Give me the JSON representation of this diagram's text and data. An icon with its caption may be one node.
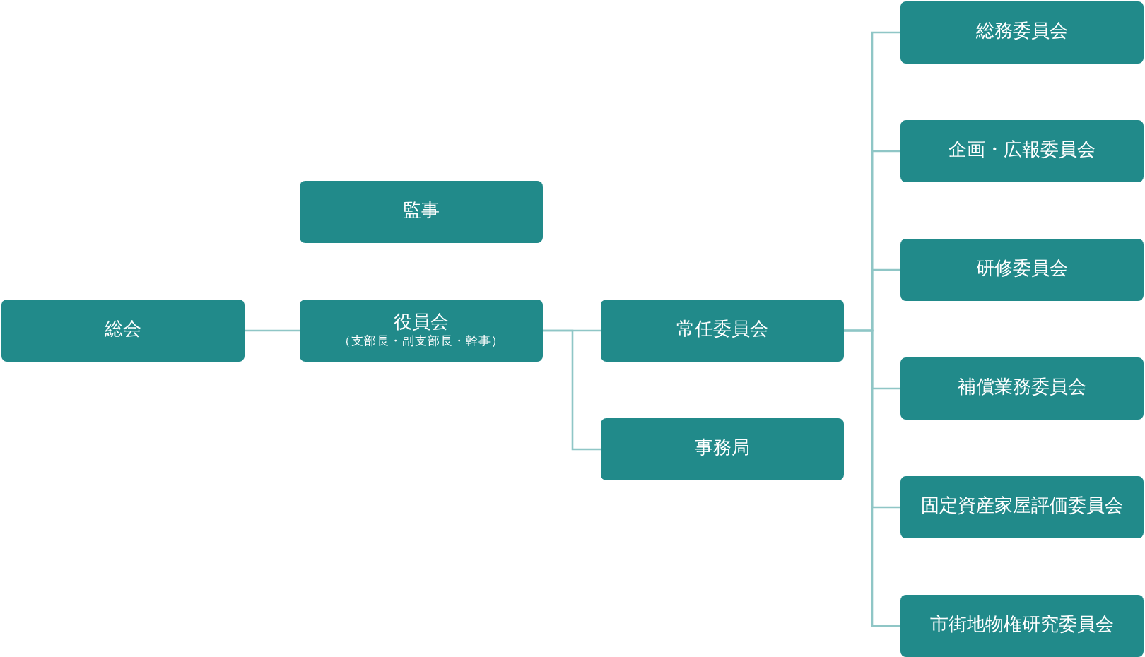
{
  "diagram": {
    "nodes": [
      {
        "text": [
          "総会"
        ]
      },
      {
        "text": [
          "監事"
        ]
      },
      {
        "text": [
          "役員会",
          "（支部長・副支部長・幹事）"
        ]
      },
      {
        "text": [
          "常任委員会"
        ]
      },
      {
        "text": [
          "事務局"
        ]
      },
      {
        "text": [
          "総務委員会"
        ]
      },
      {
        "text": [
          "企画・広報委員会"
        ]
      },
      {
        "text": [
          "研修委員会"
        ]
      },
      {
        "text": [
          "補償業務委員会"
        ]
      },
      {
        "text": [
          "固定資産家屋評価委員会"
        ]
      },
      {
        "text": [
          "市街地物権研究委員会"
        ]
      }
    ],
    "edges": [
      {
        "from": 0,
        "to": 2,
        "arrow": "none"
      },
      {
        "from": 2,
        "to": 3,
        "arrow": "none"
      },
      {
        "from": 2,
        "to": 4,
        "arrow": "none"
      },
      {
        "from": 3,
        "to": 5,
        "arrow": "none"
      },
      {
        "from": 3,
        "to": 6,
        "arrow": "none"
      },
      {
        "from": 3,
        "to": 7,
        "arrow": "none"
      },
      {
        "from": 3,
        "to": 8,
        "arrow": "none"
      },
      {
        "from": 3,
        "to": 9,
        "arrow": "none"
      },
      {
        "from": 3,
        "to": 10,
        "arrow": "none"
      }
    ]
  }
}
